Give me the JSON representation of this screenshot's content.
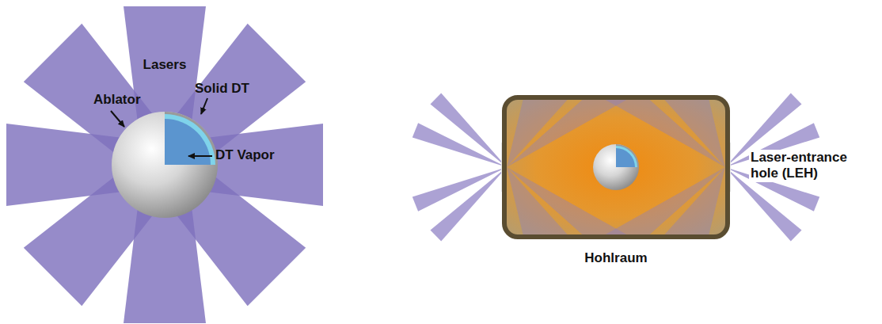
{
  "diagram": {
    "nodes": [
      {
        "text": [
          "Hohlraum"
        ]
      }
    ],
    "labels": [
      "Lasers",
      "Ablator",
      "Solid DT",
      "DT Vapor",
      "Laser-entrance hole (LEH)"
    ]
  }
}
